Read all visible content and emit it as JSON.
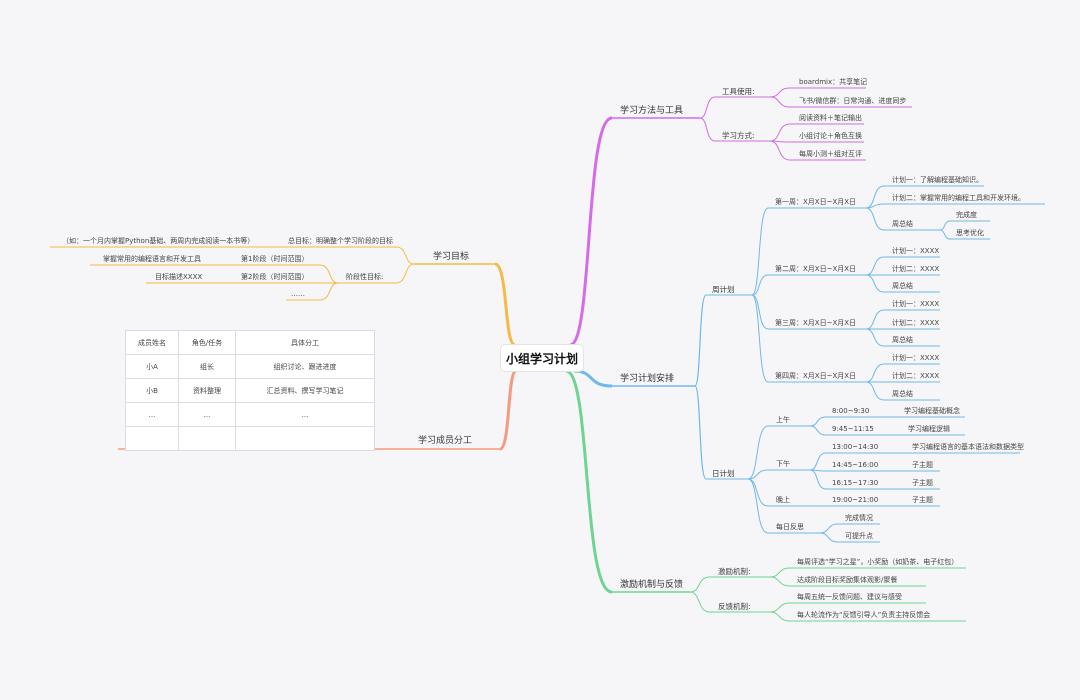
{
  "root": {
    "label": "小组学习计划"
  },
  "colors": {
    "methods": "#d46be8",
    "schedule": "#6fb8ea",
    "motivation": "#6fd491",
    "goals": "#f5b945",
    "members": "#f59a7f"
  },
  "methods": {
    "label": "学习方法与工具",
    "tools": {
      "label": "工具使用:",
      "items": [
        "boardmix：共享笔记",
        "飞书/微信群：日常沟通、进度同步"
      ]
    },
    "ways": {
      "label": "学习方式:",
      "items": [
        "阅读资料＋笔记输出",
        "小组讨论＋角色互换",
        "每周小测＋组对互评"
      ]
    }
  },
  "schedule": {
    "label": "学习计划安排",
    "weekly": {
      "label": "周计划",
      "weeks": [
        {
          "label": "第一周：X月X日~X月X日",
          "plan1": "计划一：了解编程基础知识。",
          "plan2": "计划二：掌握常用的编程工具和开发环境。",
          "summary": "周总结",
          "summary_items": [
            "完成度",
            "思考优化"
          ]
        },
        {
          "label": "第二周：X月X日~X月X日",
          "plan1": "计划一：XXXX",
          "plan2": "计划二：XXXX",
          "summary": "周总结"
        },
        {
          "label": "第三周：X月X日~X月X日",
          "plan1": "计划一：XXXX",
          "plan2": "计划二：XXXX",
          "summary": "周总结"
        },
        {
          "label": "第四周：X月X日~X月X日",
          "plan1": "计划一：XXXX",
          "plan2": "计划二：XXXX",
          "summary": "周总结"
        }
      ]
    },
    "daily": {
      "label": "日计划",
      "morning": {
        "label": "上午",
        "slots": [
          {
            "time": "8:00~9:30",
            "task": "学习编程基础概念"
          },
          {
            "time": "9:45~11:15",
            "task": "学习编程逻辑"
          }
        ]
      },
      "afternoon": {
        "label": "下午",
        "slots": [
          {
            "time": "13:00~14:30",
            "task": "学习编程语言的基本语法和数据类型"
          },
          {
            "time": "14:45~16:00",
            "task": "子主题"
          },
          {
            "time": "16:15~17:30",
            "task": "子主题"
          }
        ]
      },
      "evening": {
        "label": "晚上",
        "slots": [
          {
            "time": "19:00~21:00",
            "task": "子主题"
          }
        ]
      },
      "reflection": {
        "label": "每日反思",
        "items": [
          "完成情况",
          "可提升点"
        ]
      }
    }
  },
  "motivation": {
    "label": "激励机制与反馈",
    "incentive": {
      "label": "激励机制:",
      "items": [
        "每周评选“学习之星”，小奖励（如奶茶、电子红包）",
        "达成阶段目标奖励集体观影/聚餐"
      ]
    },
    "feedback": {
      "label": "反馈机制:",
      "items": [
        "每周五统一反馈问题、建议与感受",
        "每人轮流作为“反馈引导人”负责主持反馈会"
      ]
    }
  },
  "goals": {
    "label": "学习目标",
    "overall": {
      "label": "总目标：明确整个学习阶段的目标",
      "detail": "（如：一个月内掌握Python基础、两周内完成阅读一本书等）"
    },
    "stages": {
      "label": "阶段性目标:",
      "items": [
        {
          "label": "第1阶段（时间范围）",
          "detail": "掌握常用的编程语言和开发工具"
        },
        {
          "label": "第2阶段（时间范围）",
          "detail": "目标描述XXXX"
        },
        {
          "label": "……"
        }
      ]
    }
  },
  "members": {
    "label": "学习成员分工",
    "table": {
      "headers": [
        "成员姓名",
        "角色/任务",
        "具体分工"
      ],
      "rows": [
        [
          "小A",
          "组长",
          "组织讨论、跟进进度"
        ],
        [
          "小B",
          "资料整理",
          "汇总资料、撰写学习笔记"
        ],
        [
          "...",
          "...",
          "..."
        ],
        [
          "",
          "",
          ""
        ]
      ]
    }
  }
}
